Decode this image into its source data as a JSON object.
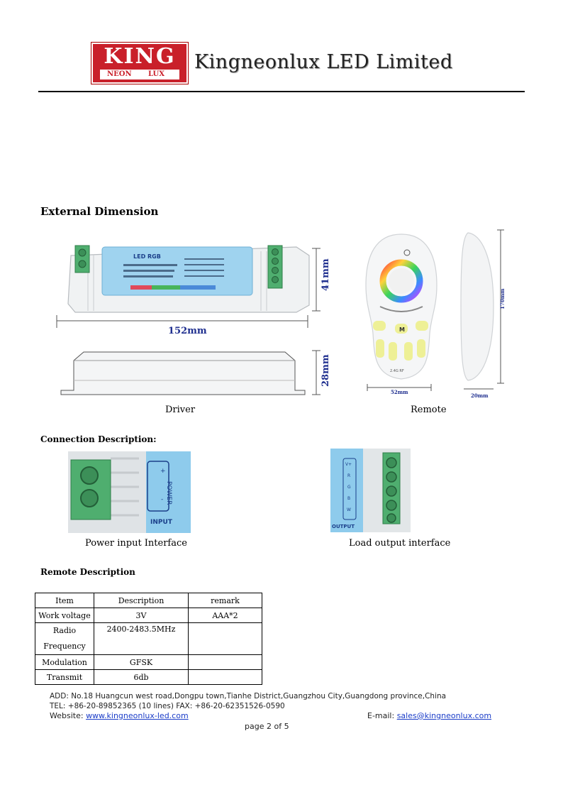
{
  "header": {
    "logo_main": "KING",
    "logo_left": "NEON",
    "logo_right": "LUX",
    "company": "Kingneonlux LED Limited"
  },
  "external": {
    "title": "External Dimension",
    "dim_width": "152mm",
    "dim_height": "41mm",
    "dim_depth": "28mm",
    "remote_height": "170mm",
    "remote_width": "52mm",
    "remote_depth": "20mm",
    "driver_label": "LED RGB",
    "remote_rf_label": "2.4G RF",
    "remote_m": "M",
    "driver_caption": "Driver",
    "remote_caption": "Remote"
  },
  "connection": {
    "title": "Connection Description:",
    "power_caption": "Power input Interface",
    "load_caption": "Load output interface",
    "power_label": "POWER",
    "input_label": "INPUT",
    "output_label": "OUTPUT"
  },
  "remote_desc": {
    "title": "Remote Description",
    "headers": [
      "Item",
      "Description",
      "remark"
    ],
    "rows": [
      [
        "Work voltage",
        "3V",
        "AAA*2"
      ],
      [
        "Radio Frequency",
        "2400-2483.5MHz",
        ""
      ],
      [
        "Modulation",
        "GFSK",
        ""
      ],
      [
        "Transmit",
        "6db",
        ""
      ]
    ]
  },
  "footer": {
    "address": "ADD: No.18 Huangcun west road,Dongpu town,Tianhe District,Guangzhou City,Guangdong province,China",
    "tel": "TEL: +86-20-89852365 (10 lines) FAX: +86-20-62351526-0590",
    "website_label": "Website:",
    "website": "www.kingneonlux-led.com",
    "email_label": "E-mail:",
    "email": "sales@kingneonlux.com",
    "page": "page 2 of 5"
  },
  "colors": {
    "brand_red": "#c9202a",
    "dimension_blue": "#1f2f8f",
    "link_blue": "#1a3cc8",
    "label_blue": "#9fd3ef",
    "terminal_green": "#4fae6f"
  }
}
